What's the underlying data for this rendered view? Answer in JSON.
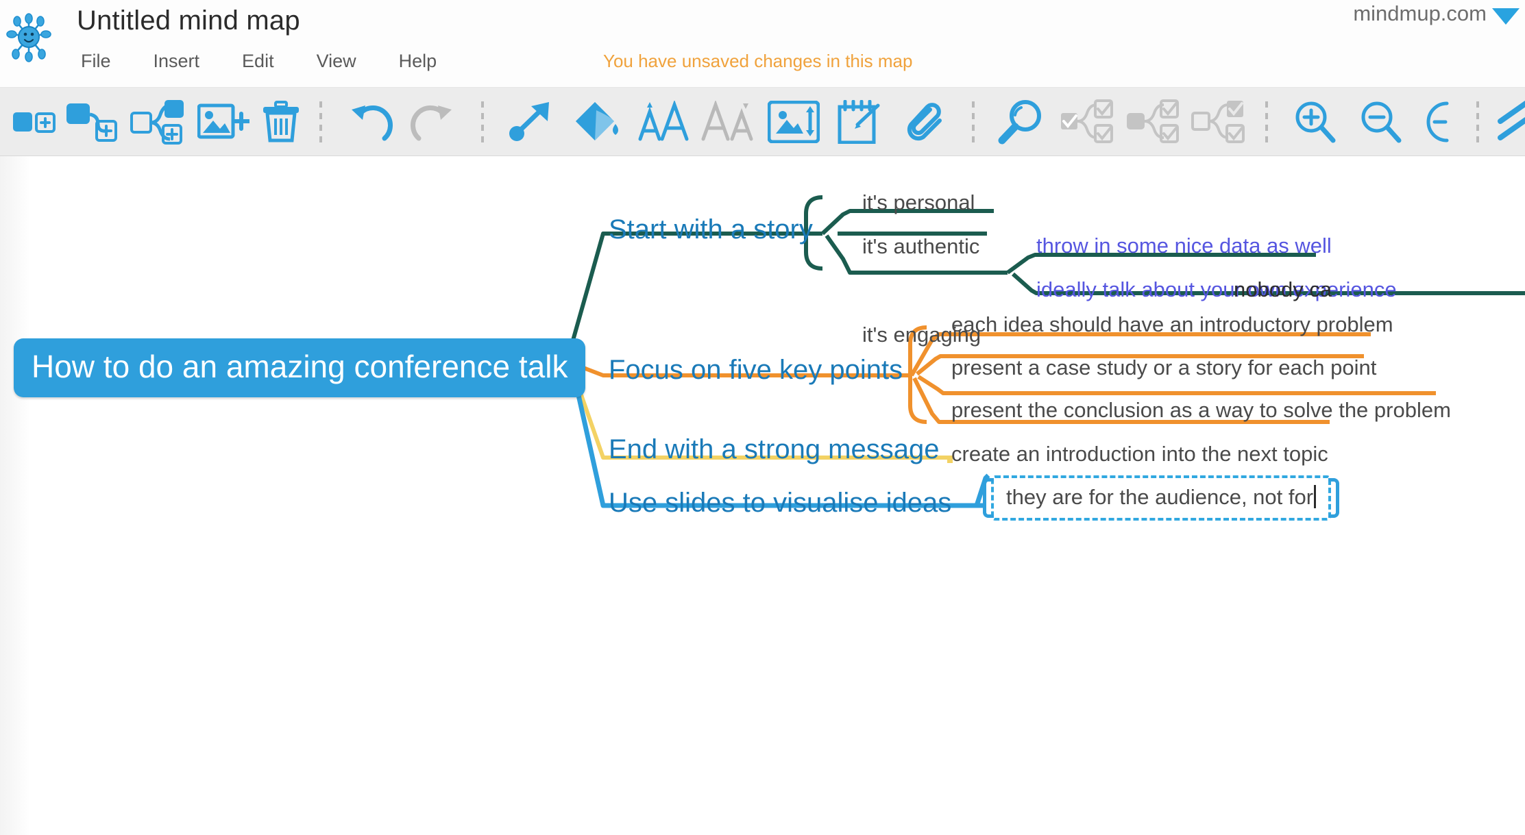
{
  "header": {
    "logo_icon": "mindmup-spider-logo-icon",
    "title": "Untitled mind map",
    "brand": "mindmup.com",
    "brand_caret_icon": "chevron-down-icon",
    "unsaved_message": "You have unsaved changes in this map",
    "menu": [
      {
        "label": "File"
      },
      {
        "label": "Insert"
      },
      {
        "label": "Edit"
      },
      {
        "label": "View"
      },
      {
        "label": "Help"
      }
    ]
  },
  "toolbar": {
    "items": [
      {
        "name": "add-sibling-idea-button",
        "icon": "square-plus-square-icon",
        "enabled": true
      },
      {
        "name": "add-child-idea-button",
        "icon": "node-link-plus-icon",
        "enabled": true
      },
      {
        "name": "add-subtree-button",
        "icon": "tree-branch-plus-icon",
        "enabled": true
      },
      {
        "name": "insert-image-button",
        "icon": "image-plus-icon",
        "enabled": true
      },
      {
        "name": "delete-node-button",
        "icon": "trash-icon",
        "enabled": true
      },
      {
        "name": "separator-1",
        "icon": "divider",
        "enabled": false
      },
      {
        "name": "undo-button",
        "icon": "undo-arrow-icon",
        "enabled": true
      },
      {
        "name": "redo-button",
        "icon": "redo-arrow-icon",
        "enabled": false
      },
      {
        "name": "separator-2",
        "icon": "divider",
        "enabled": false
      },
      {
        "name": "add-connector-button",
        "icon": "connector-arrow-icon",
        "enabled": true
      },
      {
        "name": "fill-color-button",
        "icon": "paint-bucket-icon",
        "enabled": true
      },
      {
        "name": "increase-font-size-button",
        "icon": "font-increase-icon",
        "enabled": true
      },
      {
        "name": "decrease-font-size-button",
        "icon": "font-decrease-icon",
        "enabled": false
      },
      {
        "name": "resize-image-button",
        "icon": "image-resize-icon",
        "enabled": true
      },
      {
        "name": "add-note-button",
        "icon": "notepad-pencil-icon",
        "enabled": true
      },
      {
        "name": "attachment-button",
        "icon": "paperclip-icon",
        "enabled": true
      },
      {
        "name": "separator-3",
        "icon": "divider",
        "enabled": false
      },
      {
        "name": "search-button",
        "icon": "magnifier-icon",
        "enabled": true
      },
      {
        "name": "measure-all-button",
        "icon": "checked-tree-icon",
        "enabled": false
      },
      {
        "name": "measure-selected-button",
        "icon": "filled-node-tree-icon",
        "enabled": false
      },
      {
        "name": "measure-subtree-button",
        "icon": "outline-node-tree-icon",
        "enabled": false
      },
      {
        "name": "separator-4",
        "icon": "divider",
        "enabled": false
      },
      {
        "name": "zoom-in-button",
        "icon": "magnifier-plus-icon",
        "enabled": true
      },
      {
        "name": "zoom-out-button",
        "icon": "magnifier-minus-icon",
        "enabled": true
      },
      {
        "name": "reset-zoom-button",
        "icon": "zoom-reset-icon",
        "enabled": true
      },
      {
        "name": "separator-5",
        "icon": "divider",
        "enabled": false
      },
      {
        "name": "collapse-all-button",
        "icon": "double-chevron-up-icon",
        "enabled": true
      }
    ]
  },
  "mindmap": {
    "root": {
      "label": "How to do an amazing conference talk",
      "color": "#2f9fdc"
    },
    "branches": [
      {
        "label": "Start with a story",
        "color": "#1b5c4f",
        "children": [
          {
            "label": "it's personal"
          },
          {
            "label": "it's authentic"
          },
          {
            "label": "it's engaging",
            "children": [
              {
                "label": "throw in some nice data as well"
              },
              {
                "label": "ideally talk about your own experience",
                "children": [
                  {
                    "label": "nobody ca"
                  }
                ]
              }
            ]
          }
        ]
      },
      {
        "label": "Focus on five key points",
        "color": "#f0912d",
        "children": [
          {
            "label": "each idea should have an introductory problem"
          },
          {
            "label": "present a case study or a story for each point"
          },
          {
            "label": "present the conclusion as a way to solve the problem"
          },
          {
            "label": "create an introduction into the next topic"
          }
        ]
      },
      {
        "label": "End with a strong message",
        "color": "#f3d264",
        "children": []
      },
      {
        "label": "Use slides to visualise ideas",
        "color": "#2f9fdc",
        "children": [
          {
            "label": "they are for the audience, not for",
            "editing": true
          }
        ]
      }
    ]
  }
}
